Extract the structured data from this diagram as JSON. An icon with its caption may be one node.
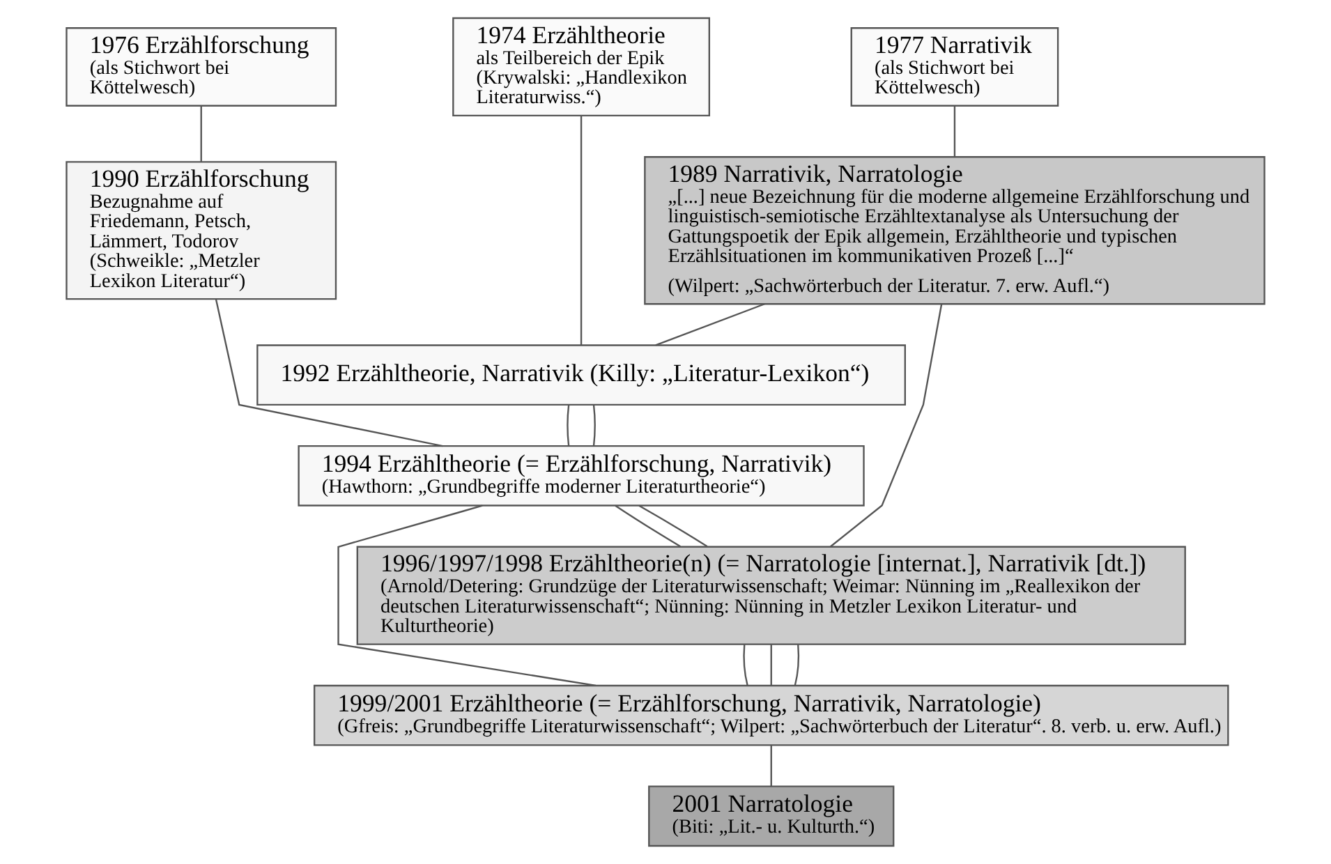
{
  "diagram": {
    "nodes": [
      {
        "text": [
          "1976 Erzählforschung",
          "(als Stichwort bei Köttelwesch)"
        ]
      },
      {
        "text": [
          "1974 Erzähltheorie",
          "als Teilbereich der Epik (Krywalski: „Handlexikon Literaturwiss.“)"
        ]
      },
      {
        "text": [
          "1977 Narrativik",
          "(als Stichwort bei Köttelwesch)"
        ]
      },
      {
        "text": [
          "1990 Erzählforschung",
          "Bezugnahme auf Friedemann, Petsch, Lämmert, Todorov (Schweikle: „Metzler Lexikon Literatur“)"
        ]
      },
      {
        "text": [
          "1989 Narrativik, Narratologie",
          "„[...] neue Bezeichnung für die moderne allgemeine Erzählforschung und linguistisch-semiotische Erzähltextanalyse als Untersuchung der Gattungspoetik der Epik allgemein, Erzähltheorie und typischen Erzählsituationen im kommunikativen Prozeß [...]“",
          "(Wilpert: „Sachwörterbuch der Literatur. 7. erw. Aufl.“)"
        ]
      },
      {
        "text": [
          "1992 Erzähltheorie, Narrativik (Killy: „Literatur-Lexikon“)"
        ]
      },
      {
        "text": [
          "1994 Erzähltheorie (= Erzählforschung, Narrativik)",
          "(Hawthorn: „Grundbegriffe moderner Literaturtheorie“)"
        ]
      },
      {
        "text": [
          "1996/1997/1998 Erzähltheorie(n) (= Narratologie [internat.], Narrativik [dt.])",
          "(Arnold/Detering: Grundzüge der Literaturwissenschaft; Weimar: Nünning im „Reallexikon der deutschen Literaturwissenschaft“; Nünning: Nünning in Metzler Lexikon Literatur- und Kulturtheorie)"
        ]
      },
      {
        "text": [
          "1999/2001 Erzähltheorie (= Erzählforschung, Narrativik, Narratologie)",
          "(Gfreis: „Grundbegriffe Literaturwissenschaft“; Wilpert: „Sachwörterbuch der Literatur“. 8. verb. u. erw. Aufl.)"
        ]
      },
      {
        "text": [
          "2001 Narratologie",
          "(Biti: „Lit.- u. Kulturth.“)"
        ]
      }
    ],
    "edges": [
      {
        "from": 0,
        "to": 3,
        "arrow": "none"
      },
      {
        "from": 3,
        "to": 6,
        "arrow": "none"
      },
      {
        "from": 6,
        "to": 8,
        "arrow": "none"
      },
      {
        "from": 1,
        "to": 5,
        "arrow": "none"
      },
      {
        "from": 5,
        "to": 6,
        "arrow": "none"
      },
      {
        "from": 6,
        "to": 7,
        "arrow": "none"
      },
      {
        "from": 7,
        "to": 8,
        "arrow": "none"
      },
      {
        "from": 2,
        "to": 4,
        "arrow": "none"
      },
      {
        "from": 4,
        "to": 5,
        "arrow": "none"
      },
      {
        "from": 5,
        "to": 6,
        "arrow": "none"
      },
      {
        "from": 6,
        "to": 7,
        "arrow": "none"
      },
      {
        "from": 7,
        "to": 8,
        "arrow": "none"
      },
      {
        "from": 4,
        "to": 7,
        "arrow": "none"
      },
      {
        "from": 7,
        "to": 8,
        "arrow": "none"
      },
      {
        "from": 8,
        "to": 9,
        "arrow": "none"
      }
    ]
  }
}
